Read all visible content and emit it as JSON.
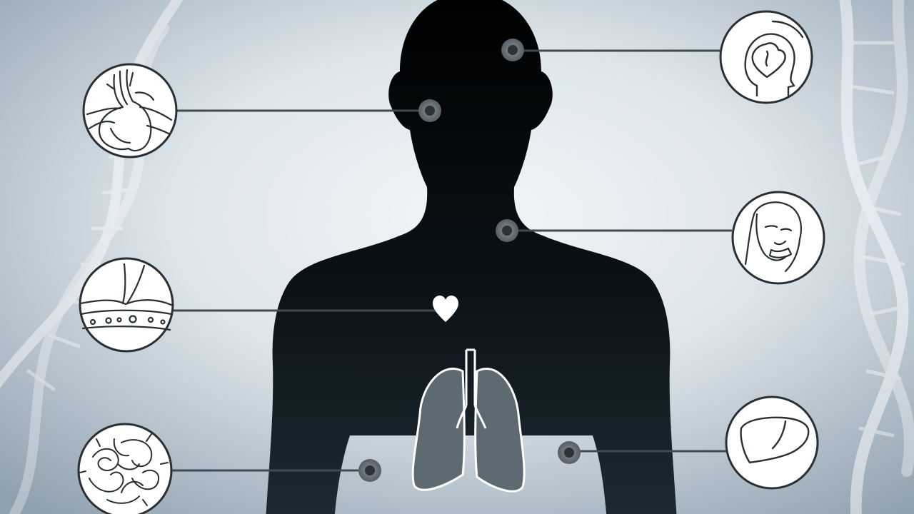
{
  "diagram": {
    "colors": {
      "background_center": "#f1f5f8",
      "background_edge": "#8fa0ae",
      "silhouette_top": "#000000",
      "silhouette_bottom": "#1d2a33",
      "connector": "#3f4a52",
      "marker_outer": "#6b7378",
      "marker_inner": "#2c3338",
      "badge_fill": "#ffffff",
      "badge_stroke": "#2a2f33",
      "lungs_fill": "#5e6a72",
      "lungs_stroke": "#ffffff",
      "heart": "#ffffff",
      "dna": "#ffffff"
    },
    "callouts": [
      {
        "id": "blood-vessels",
        "icon": "blood-vessels-icon",
        "side": "left",
        "marker": "gray-dot"
      },
      {
        "id": "tissue-layer",
        "icon": "tissue-cells-icon",
        "side": "left",
        "marker": "heart"
      },
      {
        "id": "intestines",
        "icon": "intestines-icon",
        "side": "left",
        "marker": "gray-dot"
      },
      {
        "id": "brain-head",
        "icon": "brain-head-icon",
        "side": "right",
        "marker": "gray-dot"
      },
      {
        "id": "face-breathing",
        "icon": "face-breathing-icon",
        "side": "right",
        "marker": "gray-dot"
      },
      {
        "id": "liver",
        "icon": "liver-icon",
        "side": "right",
        "marker": "gray-dot"
      }
    ],
    "center_figure": {
      "icon": "body-silhouette",
      "organ": "lungs-icon"
    }
  }
}
